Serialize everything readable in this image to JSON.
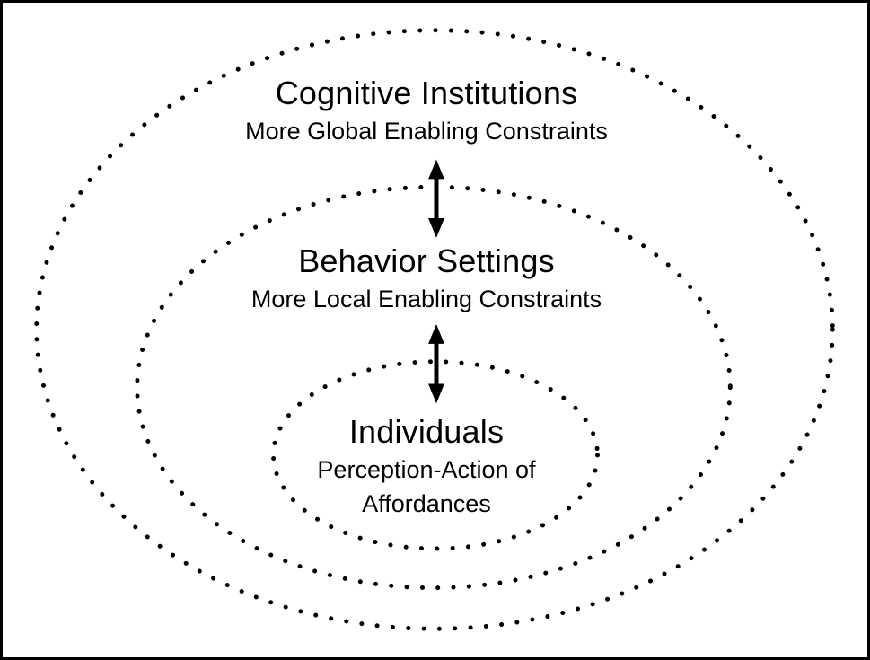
{
  "diagram": {
    "background": "#ffffff",
    "ink": "#000000",
    "levels": [
      {
        "name": "cognitive-institutions",
        "title": "Cognitive Institutions",
        "subtitle_lines": [
          "More Global Enabling Constraints"
        ]
      },
      {
        "name": "behavior-settings",
        "title": "Behavior Settings",
        "subtitle_lines": [
          "More Local Enabling Constraints"
        ]
      },
      {
        "name": "individuals",
        "title": "Individuals",
        "subtitle_lines": [
          "Perception-Action of",
          "Affordances"
        ]
      }
    ],
    "arrows": [
      {
        "name": "arrow-institutions-settings",
        "type": "double-headed-vertical"
      },
      {
        "name": "arrow-settings-individuals",
        "type": "double-headed-vertical"
      }
    ]
  }
}
